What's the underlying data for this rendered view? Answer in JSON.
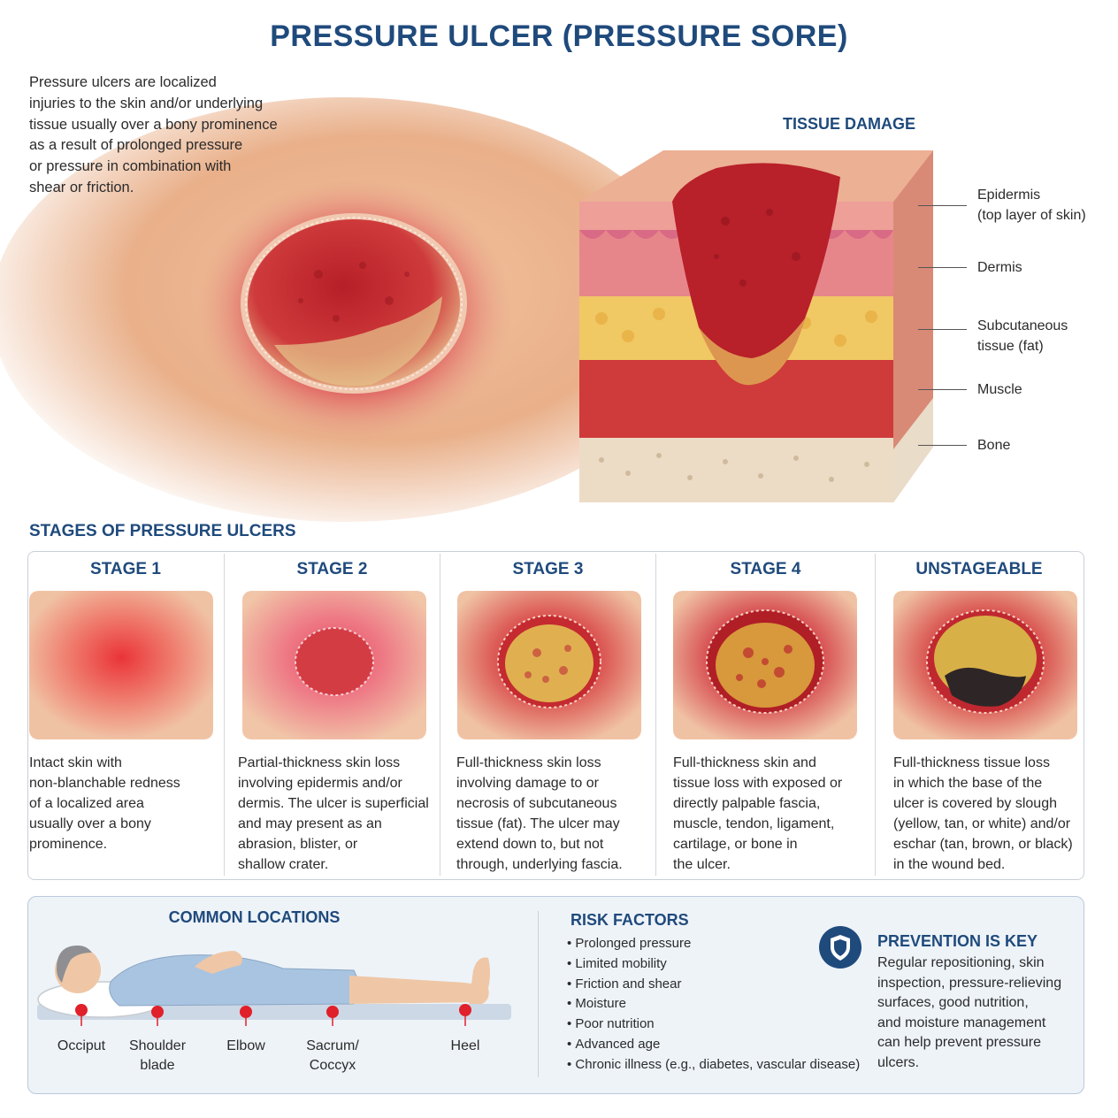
{
  "title": "PRESSURE ULCER (PRESSURE SORE)",
  "intro": [
    "Pressure ulcers are localized",
    "injuries to the skin and/or underlying",
    "tissue usually over a bony prominence",
    "as a result of prolonged pressure",
    "or pressure in combination with",
    "shear or friction."
  ],
  "tissue_damage": {
    "title": "TISSUE DAMAGE",
    "layers": [
      {
        "lines": [
          "Epidermis",
          "(top layer of skin)"
        ]
      },
      {
        "lines": [
          "Dermis"
        ]
      },
      {
        "lines": [
          "Subcutaneous",
          "tissue (fat)"
        ]
      },
      {
        "lines": [
          "Muscle"
        ]
      },
      {
        "lines": [
          "Bone"
        ]
      }
    ]
  },
  "stages": {
    "title": "STAGES OF PRESSURE ULCERS",
    "items": [
      {
        "name": "STAGE 1",
        "desc": [
          "Intact skin with",
          "non-blanchable redness",
          "of a localized area",
          "usually over a bony",
          "prominence."
        ]
      },
      {
        "name": "STAGE 2",
        "desc": [
          "Partial-thickness skin loss",
          "involving epidermis and/or",
          "dermis. The ulcer is superficial",
          "and may present as an",
          "abrasion, blister, or",
          "shallow crater."
        ]
      },
      {
        "name": "STAGE 3",
        "desc": [
          "Full-thickness skin loss",
          "involving damage to or",
          "necrosis of subcutaneous",
          "tissue (fat). The ulcer may",
          "extend down to, but not",
          "through, underlying fascia."
        ]
      },
      {
        "name": "STAGE 4",
        "desc": [
          "Full-thickness skin and",
          "tissue loss with exposed or",
          "directly palpable fascia,",
          "muscle, tendon, ligament,",
          "cartilage, or bone in",
          "the ulcer."
        ]
      },
      {
        "name": "UNSTAGEABLE",
        "desc": [
          "Full-thickness tissue loss",
          "in which the base of the",
          "ulcer is covered by slough",
          "(yellow, tan, or white) and/or",
          "eschar (tan, brown, or black)",
          "in the wound bed."
        ]
      }
    ]
  },
  "locations": {
    "title": "COMMON LOCATIONS",
    "points": [
      {
        "lines": [
          "Occiput"
        ]
      },
      {
        "lines": [
          "Shoulder",
          "blade"
        ]
      },
      {
        "lines": [
          "Elbow"
        ]
      },
      {
        "lines": [
          "Sacrum/",
          "Coccyx"
        ]
      },
      {
        "lines": [
          "Heel"
        ]
      }
    ]
  },
  "risk_factors": {
    "title": "RISK FACTORS",
    "items": [
      "Prolonged pressure",
      "Limited mobility",
      "Friction and shear",
      "Moisture",
      "Poor nutrition",
      "Advanced age",
      "Chronic illness (e.g., diabetes, vascular disease)"
    ]
  },
  "prevention": {
    "title": "PREVENTION IS KEY",
    "lines": [
      "Regular repositioning, skin",
      "inspection, pressure-relieving",
      "surfaces, good nutrition,",
      "and moisture management",
      "can help prevent pressure",
      "ulcers."
    ],
    "icon": "shield-icon"
  },
  "colors": {
    "heading": "#1f4a7c",
    "marker": "#e0202a",
    "wound": "#c8262e"
  }
}
